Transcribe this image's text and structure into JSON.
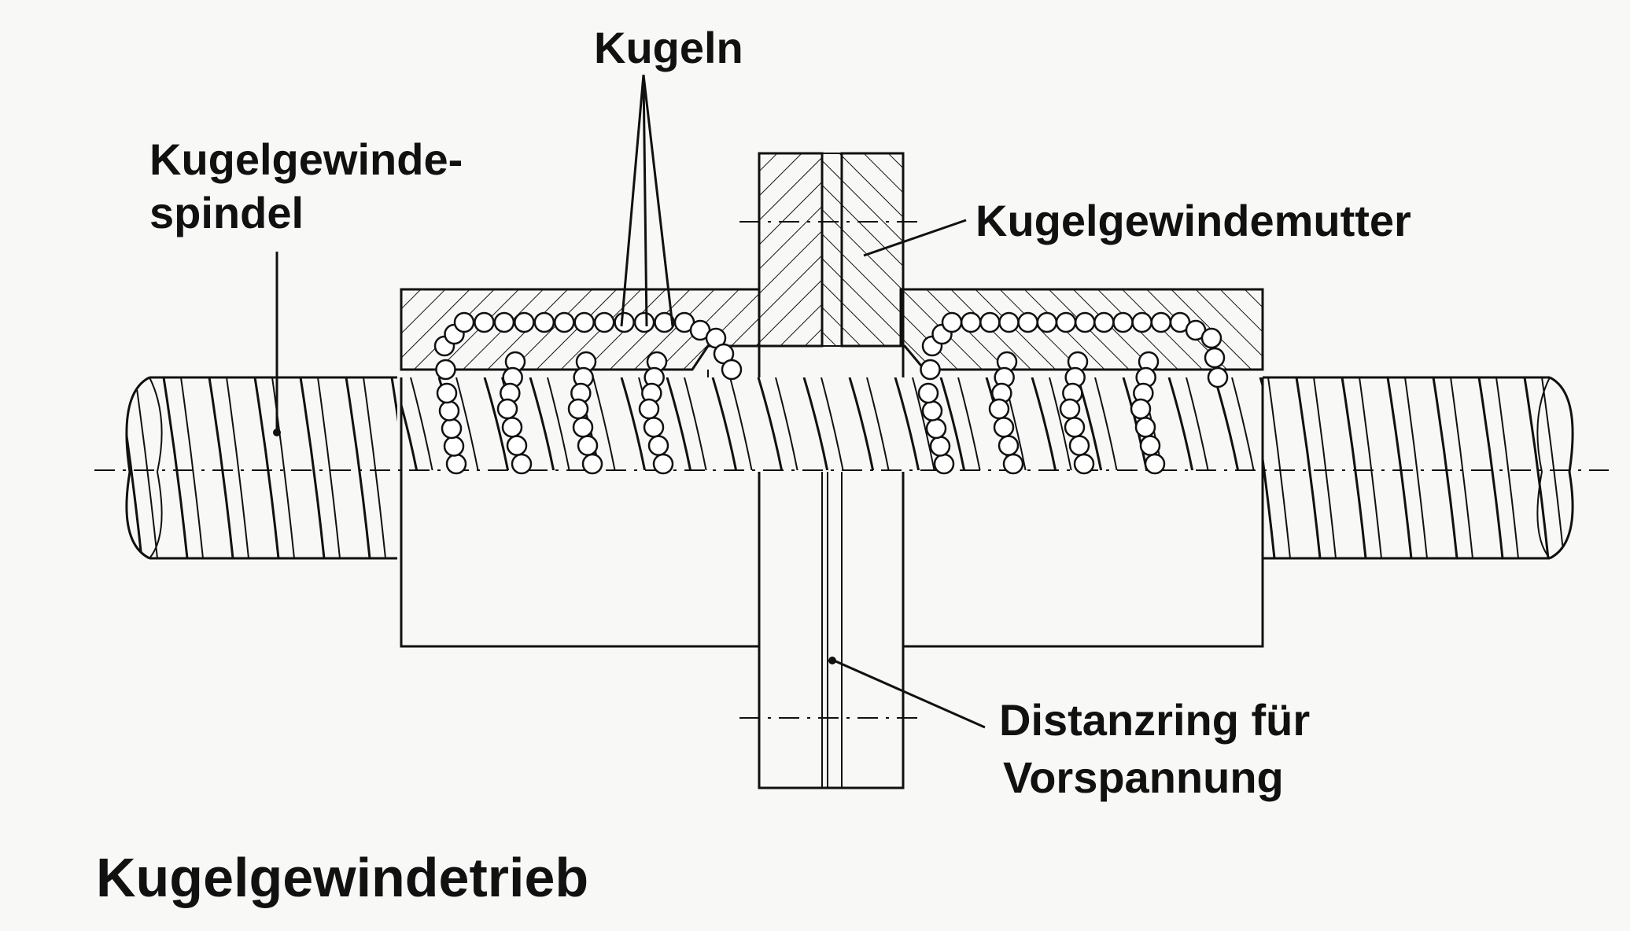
{
  "labels": {
    "balls": "Kugeln",
    "spindle_line1": "Kugelgewinde-",
    "spindle_line2": "spindel",
    "nut": "Kugelgewindemutter",
    "spacer_line1": "Distanzring für",
    "spacer_line2": "Vorspannung"
  },
  "title": "Kugelgewindetrieb",
  "colors": {
    "ink": "#111111",
    "paper": "#f8f8f6"
  }
}
